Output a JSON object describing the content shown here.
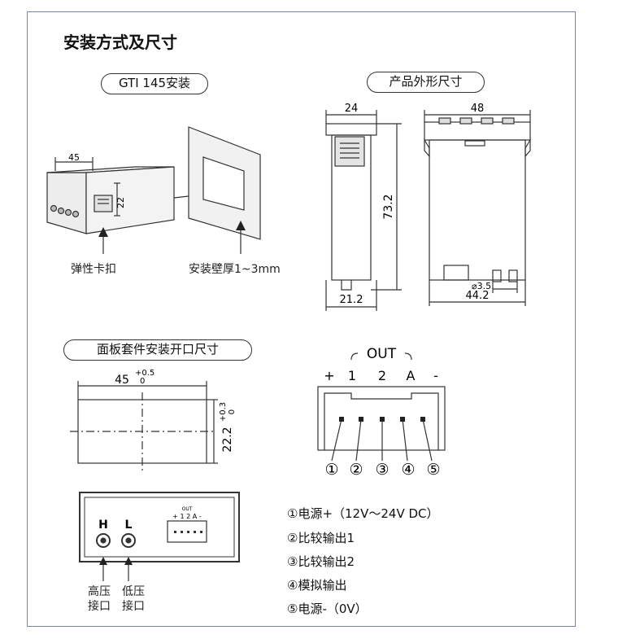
{
  "title": "安装方式及尺寸",
  "section_gti": "GTI 145安装",
  "section_outline": "产品外形尺寸",
  "section_panel": "面板套件安装开口尺寸",
  "gti": {
    "dim_width": "45",
    "dim_height": "22",
    "label_clip": "弹性卡扣",
    "label_wall": "安装壁厚1~3mm"
  },
  "outline": {
    "dim_side_width": "24",
    "dim_front_width": "48",
    "dim_height": "73.2",
    "dim_bottom_side": "21.2",
    "dim_bottom_front": "44.2",
    "dim_diameter": "⌀3.5"
  },
  "cutout": {
    "dim_width": "45",
    "tol_width_top": "+0.5",
    "tol_width_bottom": "0",
    "dim_height": "22.2",
    "tol_height_top": "+0.3",
    "tol_height_bottom": "0"
  },
  "connector": {
    "out_label": "OUT",
    "pin_labels": [
      "+",
      "1",
      "2",
      "A",
      "-"
    ],
    "pin_numbers": [
      "①",
      "②",
      "③",
      "④",
      "⑤"
    ]
  },
  "panel": {
    "label_h": "H",
    "label_l": "L",
    "mini_out": "OUT",
    "mini_pins": "+ 1 2 A -",
    "label_high_1": "高压",
    "label_high_2": "接口",
    "label_low_1": "低压",
    "label_low_2": "接口"
  },
  "legend": [
    "①电源+（12V～24V DC）",
    "②比较输出1",
    "③比较输出2",
    "④模拟输出",
    "⑤电源-（0V）"
  ]
}
